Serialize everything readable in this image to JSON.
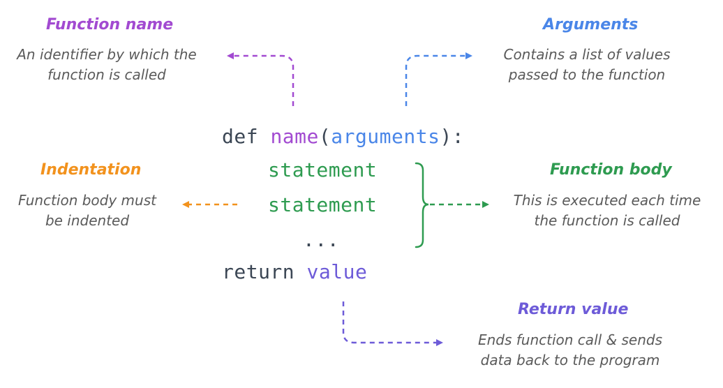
{
  "colors": {
    "function_name": "#a24ad1",
    "arguments": "#4a86e8",
    "indentation": "#f2921d",
    "function_body": "#2e9b50",
    "return_value": "#6d5bd8",
    "code_keyword": "#3b4654",
    "description_text": "#5a5a5a"
  },
  "annotations": {
    "function_name": {
      "title": "Function name",
      "desc_line1": "An identifier by which the",
      "desc_line2": "function is called"
    },
    "arguments": {
      "title": "Arguments",
      "desc_line1": "Contains a list of values",
      "desc_line2": "passed to the function"
    },
    "indentation": {
      "title": "Indentation",
      "desc_line1": "Function body must",
      "desc_line2": "be indented"
    },
    "function_body": {
      "title": "Function body",
      "desc_line1": "This is executed each time",
      "desc_line2": "the function is called"
    },
    "return_value": {
      "title": "Return value",
      "desc_line1": "Ends function call & sends",
      "desc_line2": "data back to the program"
    }
  },
  "code": {
    "def_keyword": "def ",
    "name": "name",
    "open_paren": "(",
    "arguments": "arguments",
    "close_paren": "):",
    "statement1": "statement",
    "statement2": "statement",
    "ellipsis": "...",
    "return_keyword": "return ",
    "return_value": "value"
  }
}
